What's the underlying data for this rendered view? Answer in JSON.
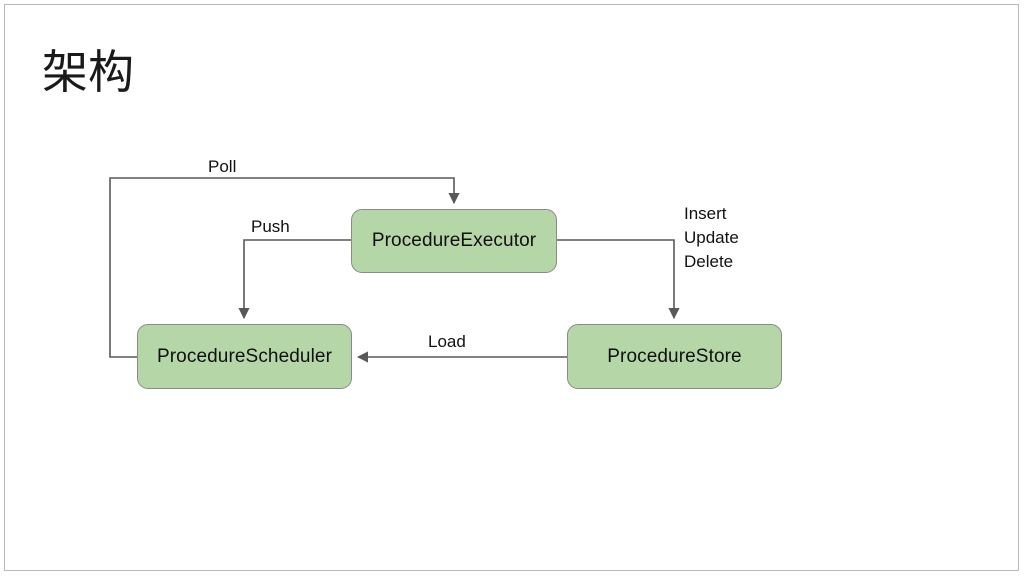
{
  "slide": {
    "title": "架构",
    "background_color": "#ffffff",
    "frame_color": "#b9b9b9"
  },
  "diagram": {
    "type": "flowchart",
    "node_fill_color": "#b5d6a7",
    "node_border_color": "#8a8a8a",
    "edge_color": "#595959",
    "nodes": [
      {
        "id": "executor",
        "label": "ProcedureExecutor"
      },
      {
        "id": "scheduler",
        "label": "ProcedureScheduler"
      },
      {
        "id": "store",
        "label": "ProcedureStore"
      }
    ],
    "edges": [
      {
        "id": "poll",
        "from": "scheduler",
        "to": "executor",
        "label": "Poll"
      },
      {
        "id": "push",
        "from": "executor",
        "to": "scheduler",
        "label": "Push"
      },
      {
        "id": "store-ops",
        "from": "executor",
        "to": "store",
        "label_lines": [
          "Insert",
          "Update",
          "Delete"
        ]
      },
      {
        "id": "load",
        "from": "store",
        "to": "scheduler",
        "label": "Load"
      }
    ]
  },
  "labels": {
    "poll": "Poll",
    "push": "Push",
    "load": "Load",
    "store_op_1": "Insert",
    "store_op_2": "Update",
    "store_op_3": "Delete"
  }
}
